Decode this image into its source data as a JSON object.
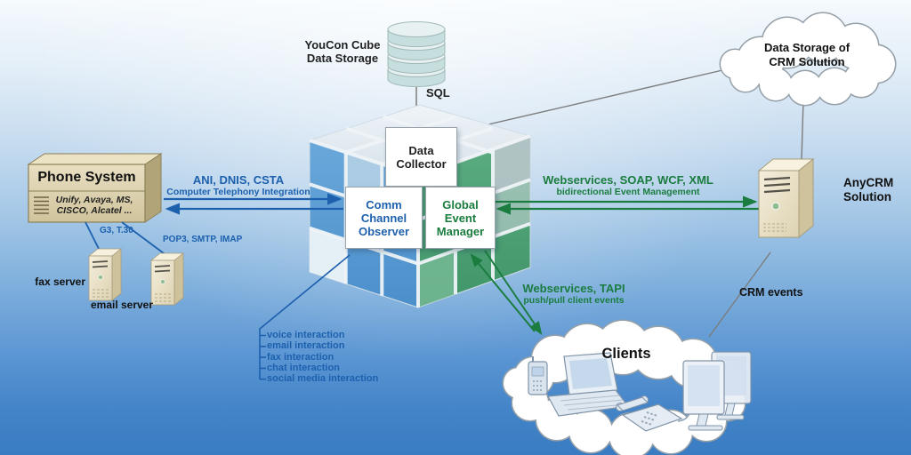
{
  "colors": {
    "blue": "#1c60ae",
    "green": "#1a7c3e",
    "gray": "#7c7c7c"
  },
  "youcon": {
    "line1": "YouCon Cube",
    "line2": "Data Storage",
    "sql": "SQL"
  },
  "cube_boxes": {
    "collector1": "Data",
    "collector2": "Collector",
    "observer1": "Comm",
    "observer2": "Channel",
    "observer3": "Observer",
    "manager1": "Global",
    "manager2": "Event",
    "manager3": "Manager"
  },
  "phone": {
    "title": "Phone System",
    "vendors1": "Unify, Avaya, MS,",
    "vendors2": "CISCO, Alcatel ..."
  },
  "servers": {
    "fax": "fax server",
    "email": "email server"
  },
  "links": {
    "cti_title": "ANI, DNIS, CSTA",
    "cti_sub": "Computer Telephony Integration",
    "fax_proto": "G3, T.30",
    "email_proto": "POP3, SMTP, IMAP",
    "ws_title": "Webservices, SOAP, WCF, XML",
    "ws_sub": "bidirectional Event Management",
    "tapi_title": "Webservices, TAPI",
    "tapi_sub": "push/pull client events",
    "crm_events": "CRM events"
  },
  "crm": {
    "cloud1": "Data Storage of",
    "cloud2": "CRM Solution",
    "server1": "AnyCRM",
    "server2": "Solution"
  },
  "clients": {
    "title": "Clients"
  },
  "interactions": [
    "voice interaction",
    "email interaction",
    "fax interaction",
    "chat interaction",
    "social media interaction"
  ]
}
